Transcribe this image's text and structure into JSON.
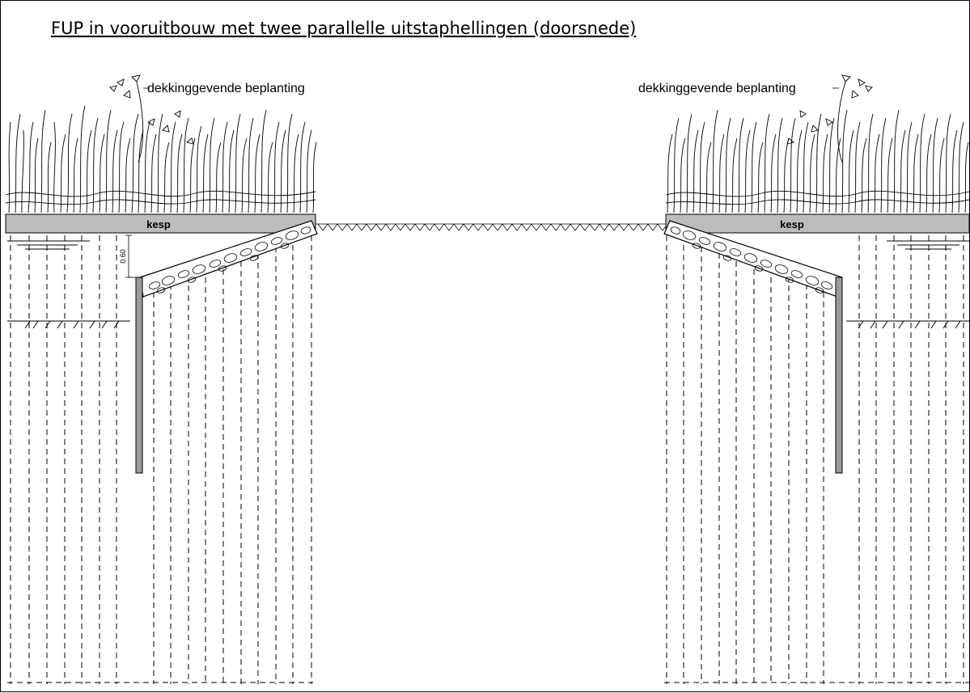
{
  "title": "FUP in vooruitbouw met twee parallelle uitstaphellingen (doorsnede)",
  "labels": {
    "planting_left": "dekkinggevende beplanting",
    "planting_right": "dekkinggevende beplanting",
    "kesp_left": "kesp",
    "kesp_right": "kesp",
    "dimension": "0.60"
  }
}
